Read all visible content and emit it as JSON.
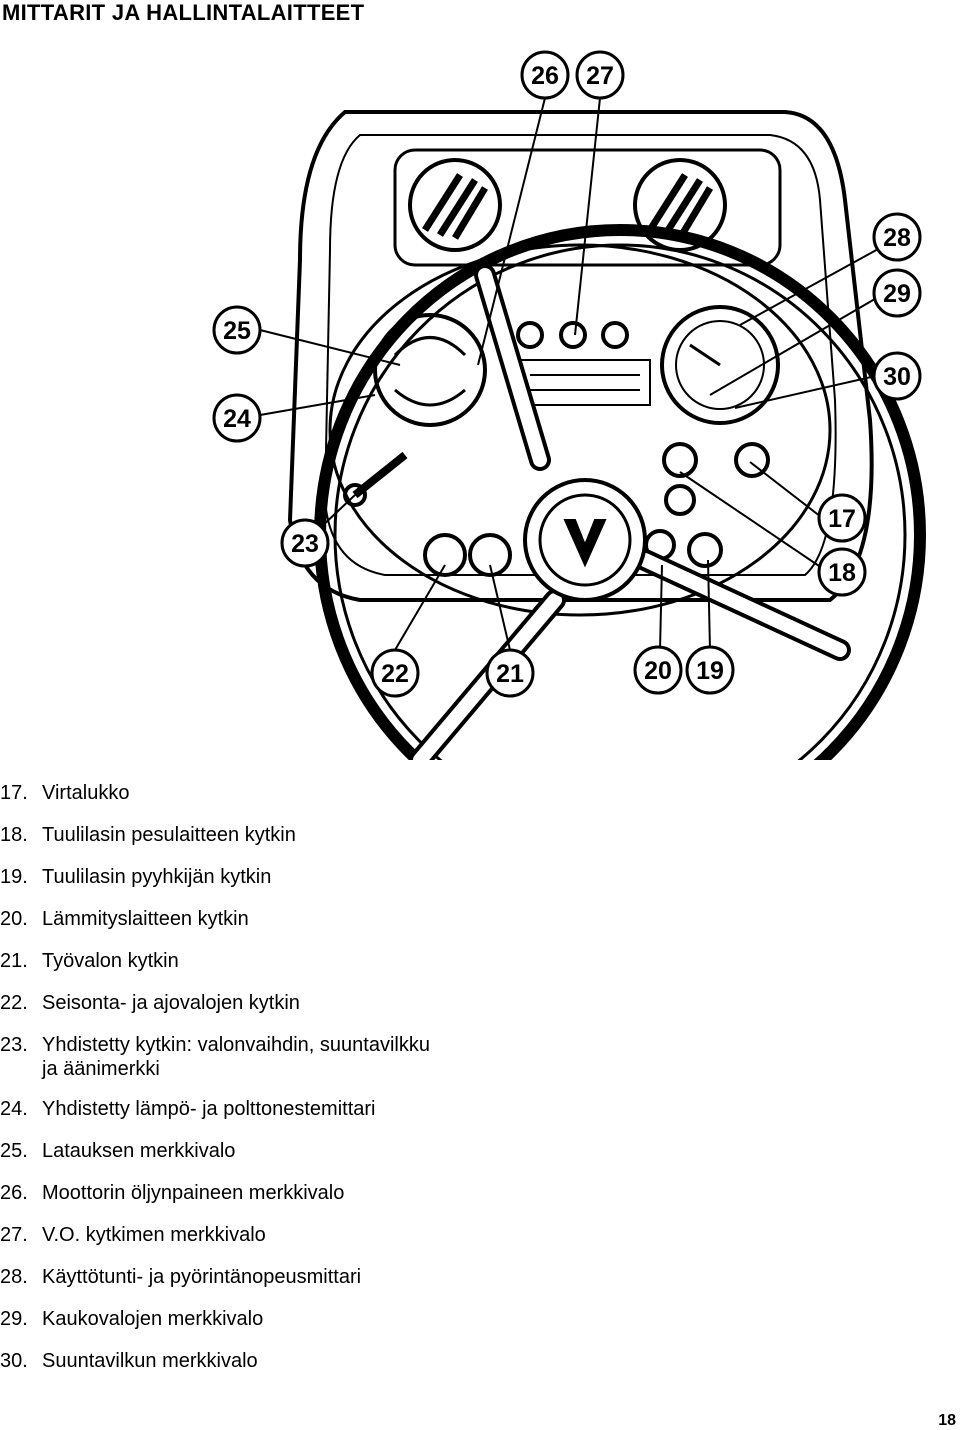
{
  "title": "MITTARIT JA HALLINTALAITTEET",
  "callouts": [
    "26",
    "27",
    "28",
    "29",
    "30",
    "25",
    "24",
    "23",
    "17",
    "18",
    "22",
    "21",
    "20",
    "19"
  ],
  "legend": [
    {
      "num": "17.",
      "text": "Virtalukko"
    },
    {
      "num": "18.",
      "text": "Tuulilasin pesulaitteen kytkin"
    },
    {
      "num": "19.",
      "text": "Tuulilasin pyyhkijän kytkin"
    },
    {
      "num": "20.",
      "text": "Lämmityslaitteen kytkin"
    },
    {
      "num": "21.",
      "text": "Työvalon kytkin"
    },
    {
      "num": "22.",
      "text": "Seisonta- ja ajovalojen kytkin"
    },
    {
      "num": "23.",
      "text": "Yhdistetty kytkin: valonvaihdin, suuntavilkku",
      "cont": "ja äänimerkki"
    },
    {
      "num": "24.",
      "text": "Yhdistetty lämpö- ja polttonestemittari"
    },
    {
      "num": "25.",
      "text": "Latauksen merkkivalo"
    },
    {
      "num": "26.",
      "text": "Moottorin öljynpaineen merkkivalo"
    },
    {
      "num": "27.",
      "text": "V.O. kytkimen merkkivalo"
    },
    {
      "num": "28.",
      "text": "Käyttötunti- ja pyörintänopeusmittari"
    },
    {
      "num": "29.",
      "text": "Kaukovalojen merkkivalo"
    },
    {
      "num": "30.",
      "text": "Suuntavilkun merkkivalo"
    }
  ],
  "page_number": "18"
}
